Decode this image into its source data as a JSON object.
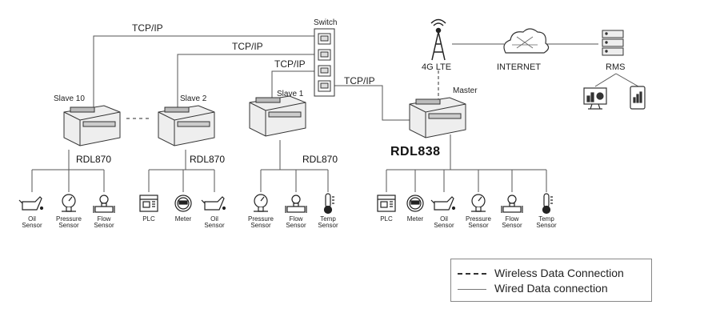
{
  "links": {
    "slave10": "TCP/IP",
    "slave2": "TCP/IP",
    "slave1": "TCP/IP",
    "master": "TCP/IP"
  },
  "switch_label": "Switch",
  "nodes": {
    "slave10": {
      "label": "Slave 10",
      "model": "RDL870"
    },
    "slave2": {
      "label": "Slave 2",
      "model": "RDL870"
    },
    "slave1": {
      "label": "Slave 1",
      "model": "RDL870"
    },
    "master": {
      "label": "Master",
      "model": "RDL838"
    }
  },
  "network": {
    "lte": "4G LTE",
    "internet": "INTERNET",
    "rms": "RMS"
  },
  "sensors": {
    "slave10": [
      "Oil\nSensor",
      "Pressure\nSensor",
      "Flow\nSensor"
    ],
    "slave2": [
      "PLC",
      "Meter",
      "Oil\nSensor"
    ],
    "slave1": [
      "Pressure\nSensor",
      "Flow\nSensor",
      "Temp\nSensor"
    ],
    "master": [
      "PLC",
      "Meter",
      "Oil\nSensor",
      "Pressure\nSensor",
      "Flow\nSensor",
      "Temp\nSensor"
    ]
  },
  "legend": {
    "wireless": "Wireless Data Connection",
    "wired": "Wired Data connection"
  }
}
